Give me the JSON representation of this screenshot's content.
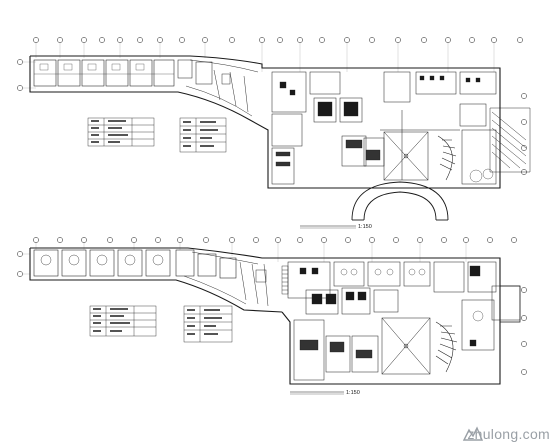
{
  "plans": [
    {
      "id": "upper",
      "scale_label": "1:150"
    },
    {
      "id": "lower",
      "scale_label": "1:150"
    }
  ],
  "watermark": {
    "text": "zhulong.com",
    "logo_icon": "zhulong-logo-icon",
    "color": "#9aa0a6"
  },
  "colors": {
    "line": "#1a1a1a",
    "thin": "#555555",
    "grid": "#444444"
  }
}
